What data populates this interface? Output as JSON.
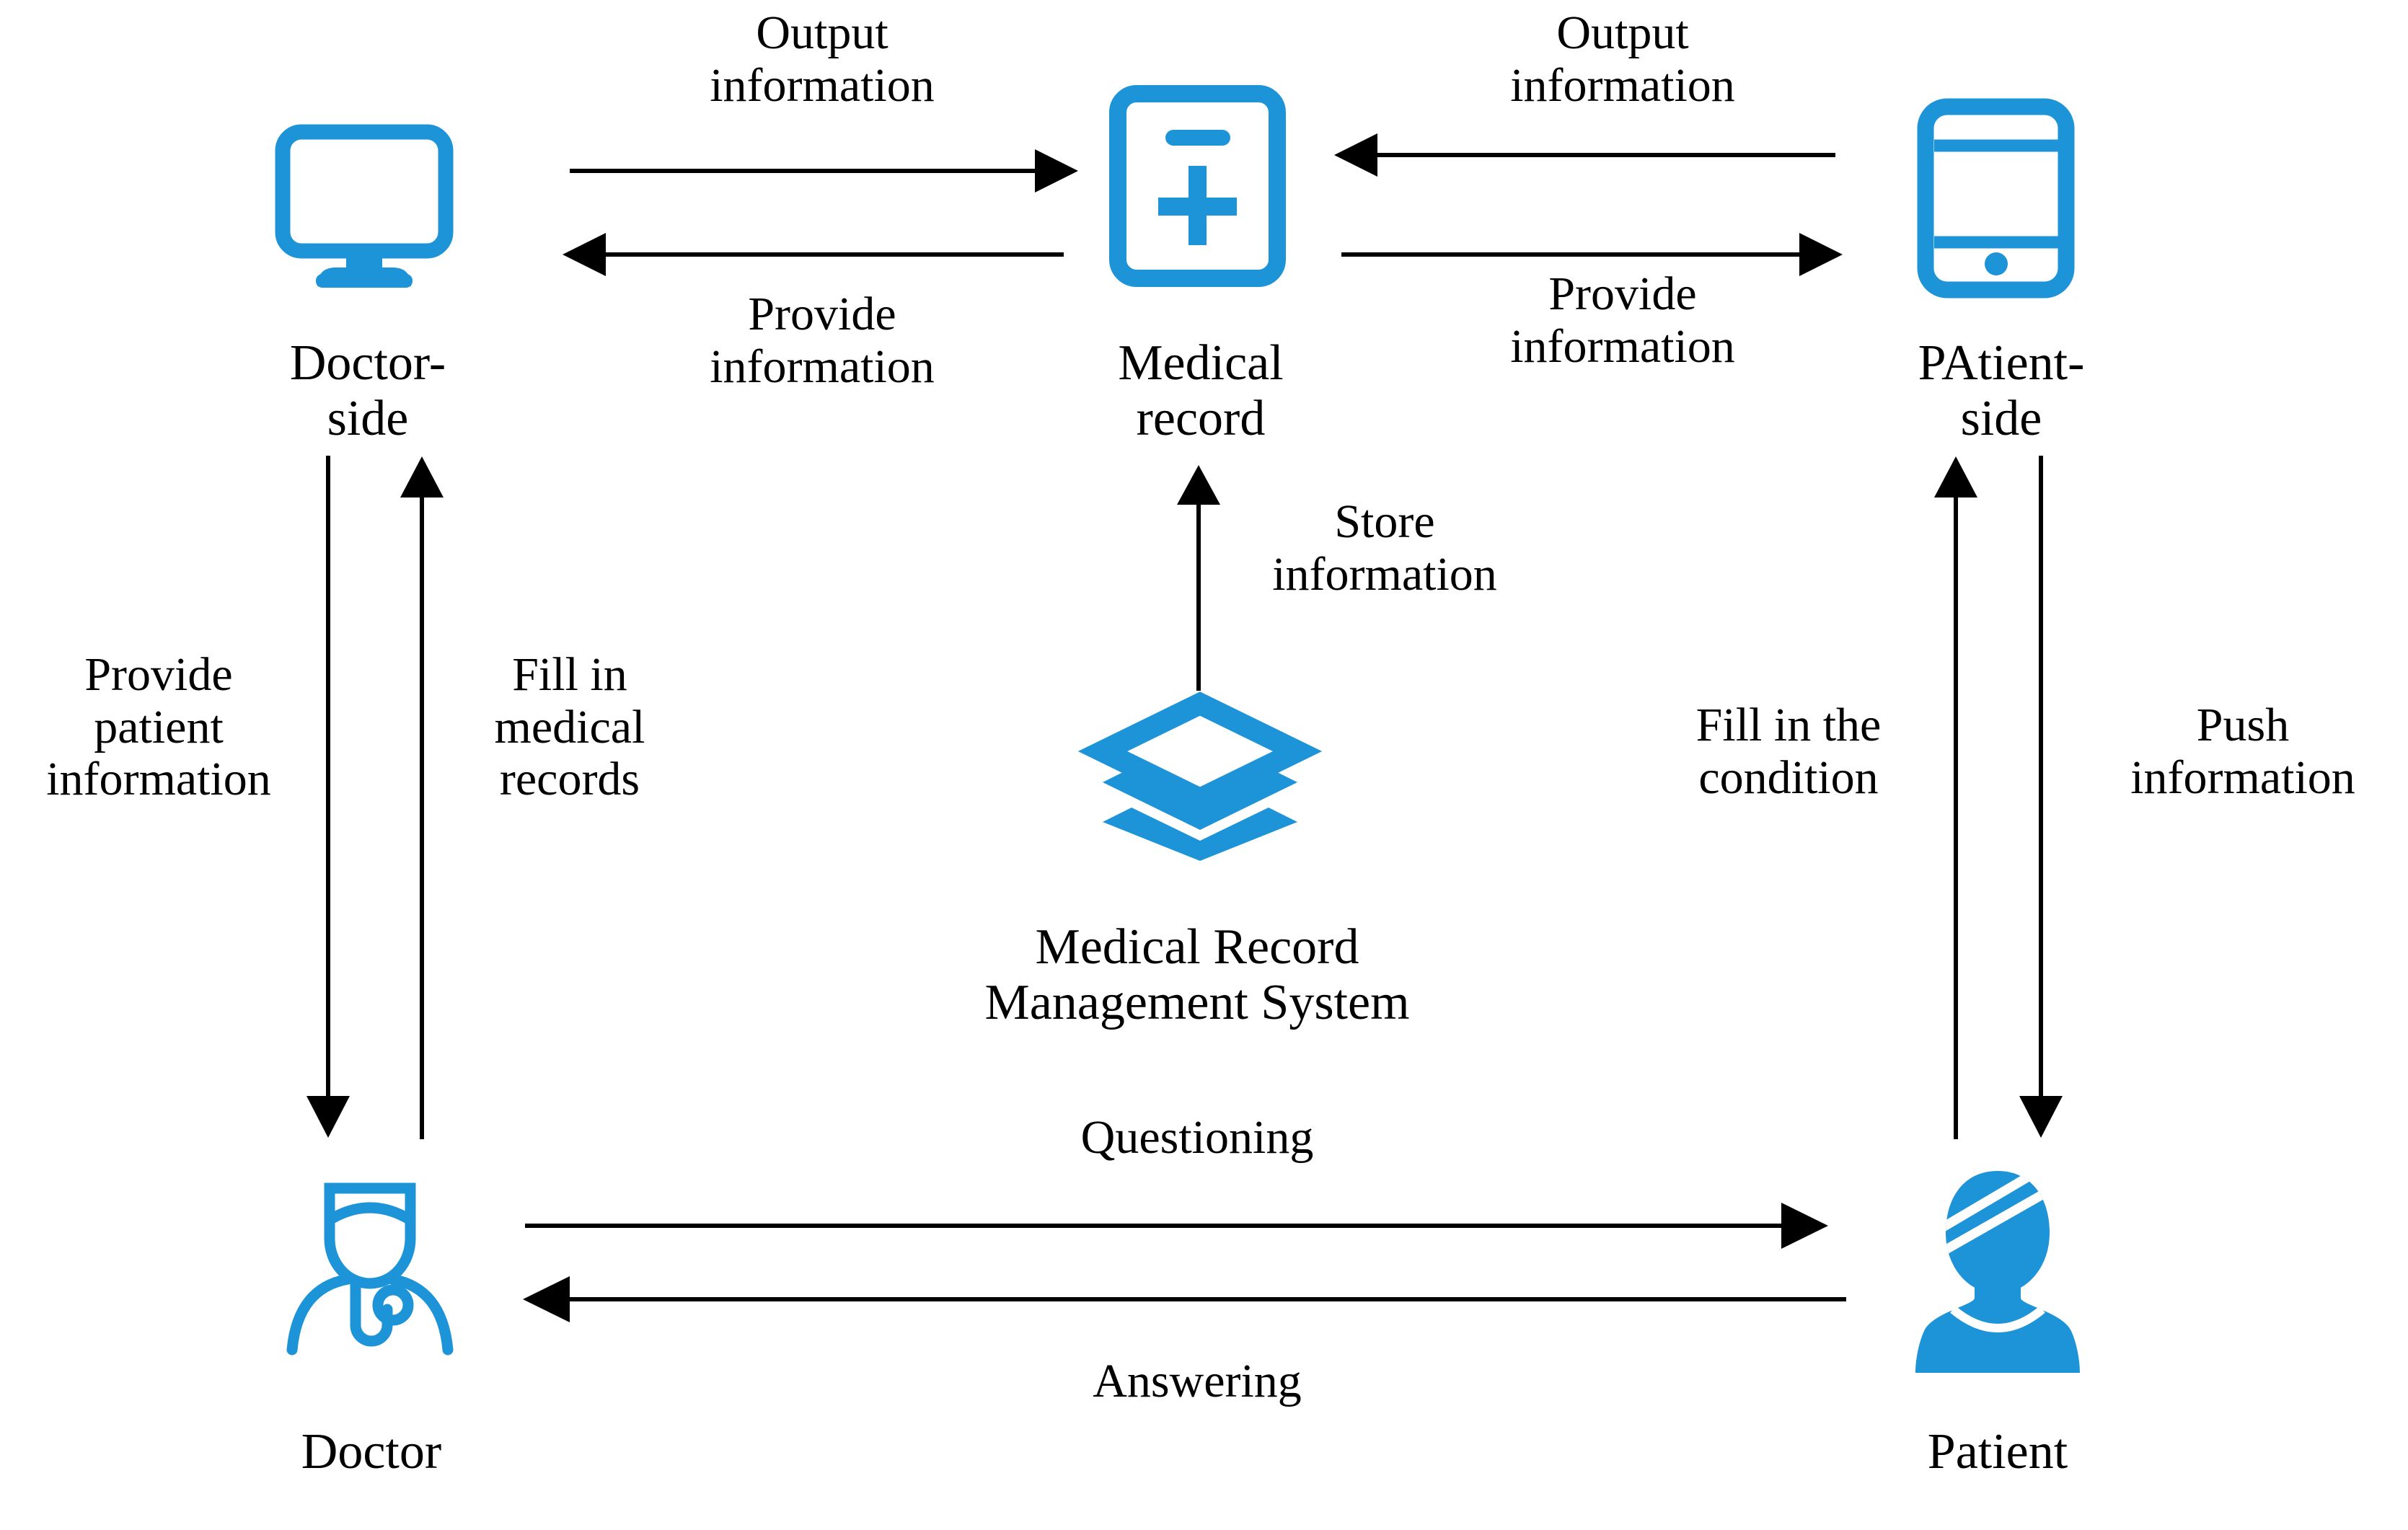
{
  "theme": {
    "accent": "#1E94D8",
    "line": "#000000",
    "background": "#FFFFFF"
  },
  "nodes": [
    {
      "id": "doctor-side",
      "icon": "monitor-icon",
      "label": "Doctor-\nside"
    },
    {
      "id": "medical-record",
      "icon": "medical-file-icon",
      "label": "Medical\nrecord"
    },
    {
      "id": "patient-side",
      "icon": "tablet-icon",
      "label": "PAtient-\nside"
    },
    {
      "id": "mrms",
      "icon": "layers-icon",
      "label": "Medical Record\nManagement System"
    },
    {
      "id": "doctor",
      "icon": "doctor-icon",
      "label": "Doctor"
    },
    {
      "id": "patient",
      "icon": "patient-icon",
      "label": "Patient"
    }
  ],
  "edges": [
    {
      "id": "doctorside-to-record",
      "label": "Output\ninformation",
      "from": "doctor-side",
      "to": "medical-record",
      "direction": "right"
    },
    {
      "id": "record-to-doctorside",
      "label": "Provide\ninformation",
      "from": "medical-record",
      "to": "doctor-side",
      "direction": "left"
    },
    {
      "id": "patientside-to-record",
      "label": "Output\ninformation",
      "from": "patient-side",
      "to": "medical-record",
      "direction": "left"
    },
    {
      "id": "record-to-patientside",
      "label": "Provide\ninformation",
      "from": "medical-record",
      "to": "patient-side",
      "direction": "right"
    },
    {
      "id": "mrms-to-record",
      "label": "Store\ninformation",
      "from": "mrms",
      "to": "medical-record",
      "direction": "up"
    },
    {
      "id": "doctorside-to-doctor",
      "label": "Provide\npatient\ninformation",
      "from": "doctor-side",
      "to": "doctor",
      "direction": "down"
    },
    {
      "id": "doctor-to-doctorside",
      "label": "Fill in\nmedical\nrecords",
      "from": "doctor",
      "to": "doctor-side",
      "direction": "up"
    },
    {
      "id": "patient-to-patientside",
      "label": "Fill in the\ncondition",
      "from": "patient",
      "to": "patient-side",
      "direction": "up"
    },
    {
      "id": "patientside-to-patient",
      "label": "Push\ninformation",
      "from": "patient-side",
      "to": "patient",
      "direction": "down"
    },
    {
      "id": "doctor-to-patient",
      "label": "Questioning",
      "from": "doctor",
      "to": "patient",
      "direction": "right"
    },
    {
      "id": "patient-to-doctor",
      "label": "Answering",
      "from": "patient",
      "to": "doctor",
      "direction": "left"
    }
  ]
}
